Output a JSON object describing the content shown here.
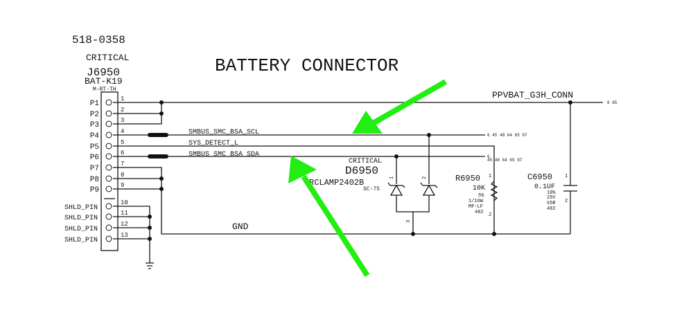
{
  "title": "BATTERY CONNECTOR",
  "part_number": "518-0358",
  "connector": {
    "critical": "CRITICAL",
    "ref": "J6950",
    "type": "BAT-K19",
    "mount": "M-RT-TH",
    "pins": [
      {
        "name": "P1",
        "num": "1"
      },
      {
        "name": "P2",
        "num": "2"
      },
      {
        "name": "P3",
        "num": "3"
      },
      {
        "name": "P4",
        "num": "4"
      },
      {
        "name": "P5",
        "num": "5"
      },
      {
        "name": "P6",
        "num": "6"
      },
      {
        "name": "P7",
        "num": "7"
      },
      {
        "name": "P8",
        "num": "8"
      },
      {
        "name": "P9",
        "num": "9"
      },
      {
        "name": "SHLD_PIN",
        "num": "10"
      },
      {
        "name": "SHLD_PIN",
        "num": "11"
      },
      {
        "name": "SHLD_PIN",
        "num": "12"
      },
      {
        "name": "SHLD_PIN",
        "num": "13"
      }
    ]
  },
  "nets": {
    "ppvbat": "PPVBAT_G3H_CONN",
    "ppvbat_refs": "6 65",
    "scl": "SMBUS_SMC_BSA_SCL",
    "scl_refs": "6 45 48 64 65 97",
    "detect": "SYS_DETECT_L",
    "sda": "SMBUS_SMC_BSA_SDA",
    "sda_refs_1": "6",
    "sda_refs_2": "45 48 64 65 97",
    "gnd": "GND"
  },
  "diode": {
    "critical": "CRITICAL",
    "ref": "D6950",
    "part": "RCLAMP2402B",
    "package": "SC-75",
    "pin1": "1",
    "pin2": "2",
    "pin3": "3"
  },
  "resistor": {
    "ref": "R6950",
    "value": "10K",
    "tol": "5%",
    "power": "1/16W",
    "type": "MF-LF",
    "size": "402",
    "pin1": "1",
    "pin2": "2"
  },
  "capacitor": {
    "ref": "C6950",
    "value": "0.1UF",
    "tol": "10%",
    "voltage": "25V",
    "dielectric": "X5R",
    "size": "402",
    "pin1": "1",
    "pin2": "2"
  },
  "colors": {
    "arrow": "#22ee11",
    "wire": "#111111"
  }
}
